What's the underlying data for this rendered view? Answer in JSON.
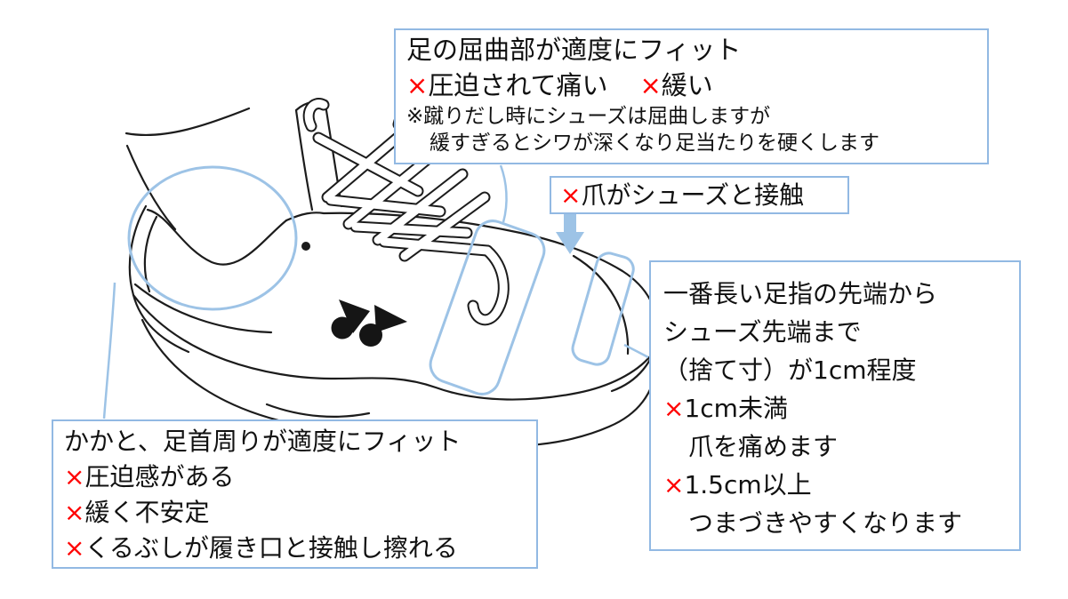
{
  "colors": {
    "accent_blue": "#9DC3E6",
    "box_border_blue": "#92B9E3",
    "ng_red": "#FF0000",
    "ink": "#111111"
  },
  "icons": {
    "arrow": "arrow-down-icon",
    "brand_logo": "yonex-logo"
  },
  "boxes": {
    "flex": {
      "title": "足の屈曲部が適度にフィット",
      "ng1_mark": "×",
      "ng1": "圧迫されて痛い",
      "ng2_mark": "×",
      "ng2": "緩い",
      "note1": "※蹴りだし時にシューズは屈曲しますが",
      "note2": "緩すぎるとシワが深くなり足当たりを硬くします"
    },
    "nail": {
      "mark": "×",
      "text": "爪がシューズと接触"
    },
    "toe": {
      "line1": "一番長い足指の先端から",
      "line2": "シューズ先端まで",
      "line3": "（捨て寸）が1cm程度",
      "ng1_mark": "×",
      "ng1": "1cm未満",
      "ng1_detail": "爪を痛めます",
      "ng2_mark": "×",
      "ng2": "1.5cm以上",
      "ng2_detail": "つまづきやすくなります"
    },
    "heel": {
      "title": "かかと、足首周りが適度にフィット",
      "ng1_mark": "×",
      "ng1": "圧迫感がある",
      "ng2_mark": "×",
      "ng2": "緩く不安定",
      "ng3_mark": "×",
      "ng3": "くるぶしが履き口と接触し擦れる"
    }
  }
}
